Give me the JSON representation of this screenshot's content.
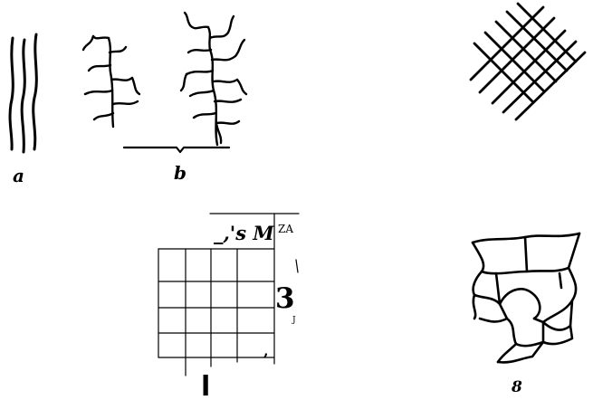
{
  "labels": {
    "a": "a",
    "b": "b",
    "eight": "8",
    "l": "l",
    "three": "3",
    "j": "J",
    "sm": "_,'s M",
    "za": "ZA",
    "comma": ","
  }
}
